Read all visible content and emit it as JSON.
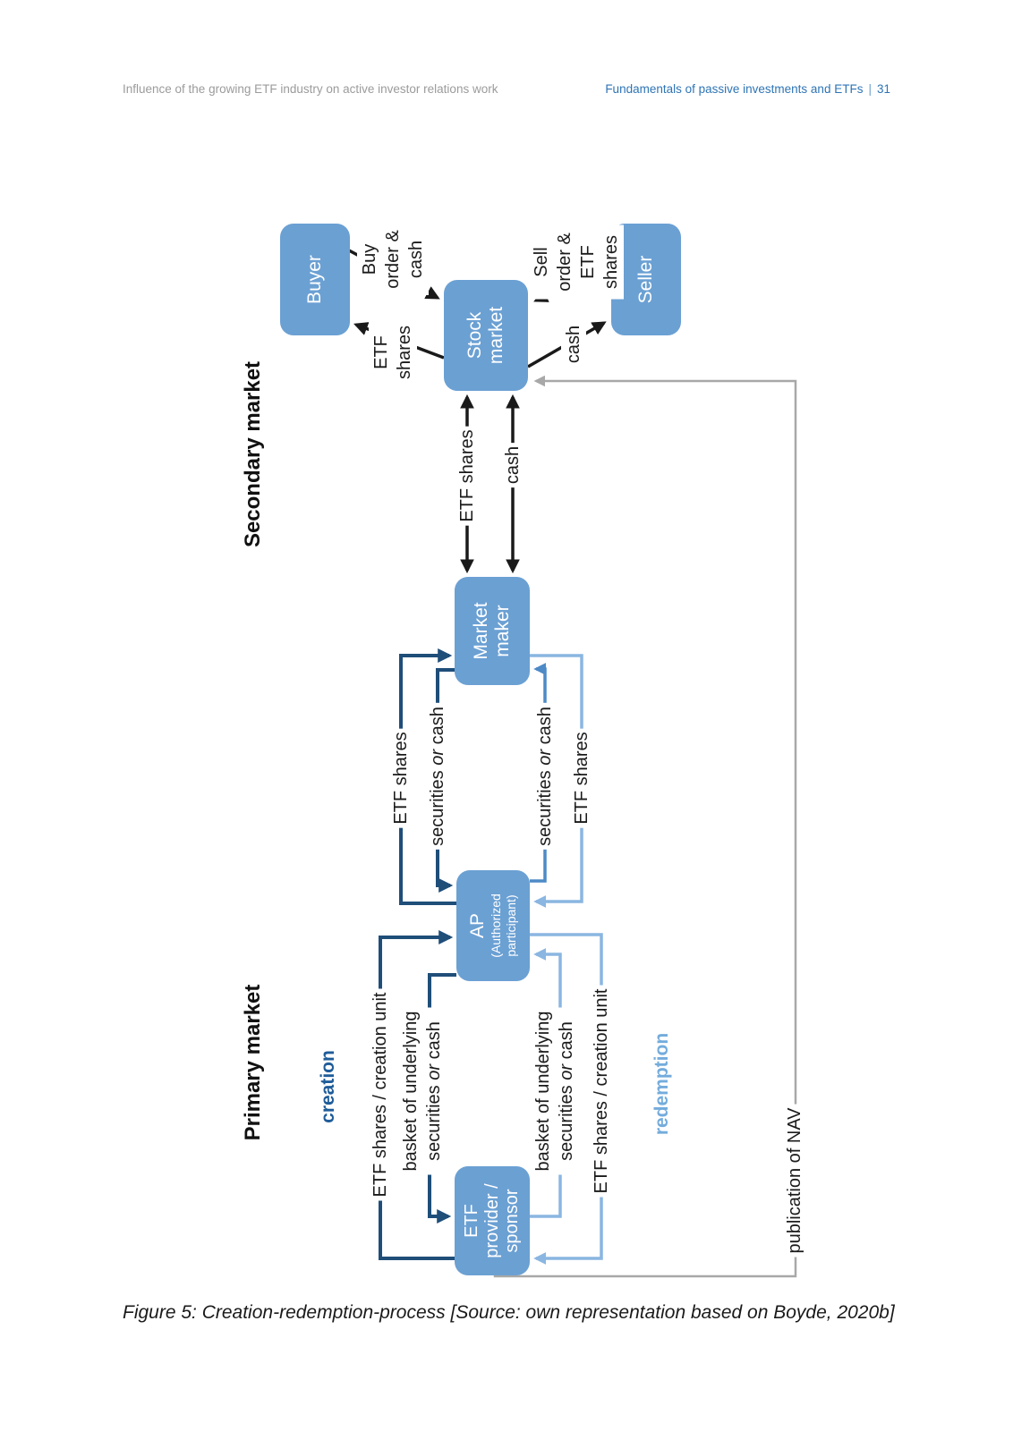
{
  "page": {
    "header_left": "Influence of the growing ETF industry on active investor relations work",
    "header_right": "Fundamentals of passive investments and ETFs",
    "page_divider": "|",
    "page_number": "31",
    "caption": "Figure 5: Creation-redemption-process [Source: own representation based on Boyde, 2020b]"
  },
  "diagram": {
    "sections": {
      "secondary": "Secondary market",
      "primary": "Primary market"
    },
    "flows": {
      "creation": "creation",
      "redemption": "redemption"
    },
    "boxes": {
      "buyer": "Buyer",
      "seller": "Seller",
      "stock_market": "Stock\nmarket",
      "market_maker": "Market\nmaker",
      "ap_title": "AP",
      "ap_subtitle": "(Authorized\nparticipant)",
      "etf_provider": "ETF\nprovider /\nsponsor"
    },
    "labels": {
      "buy_order": "Buy order &\ncash",
      "etf_shares_two_line": "ETF\nshares",
      "sell_order": "Sell order &\nETF shares",
      "cash": "cash",
      "etf_shares": "ETF shares",
      "securities_pre": "securities",
      "or_word": "or",
      "cash_word": "cash",
      "basket_line1": "basket of underlying",
      "etf_creation_unit": "ETF shares / creation unit",
      "publication_nav": "publication of NAV"
    },
    "colors": {
      "box_fill": "#6BA0D3",
      "creation_arrow": "#1F4E79",
      "redemption_arrow": "#8AB6E1",
      "redemption_arrow_dark": "#4D8AC6",
      "black_arrow": "#1a1a1a",
      "gray_arrow": "#A8A8A8",
      "creation_text": "#1F5C99",
      "redemption_text": "#74ACDC",
      "header_right": "#2E74B5",
      "header_left": "#9b9b9b"
    }
  }
}
